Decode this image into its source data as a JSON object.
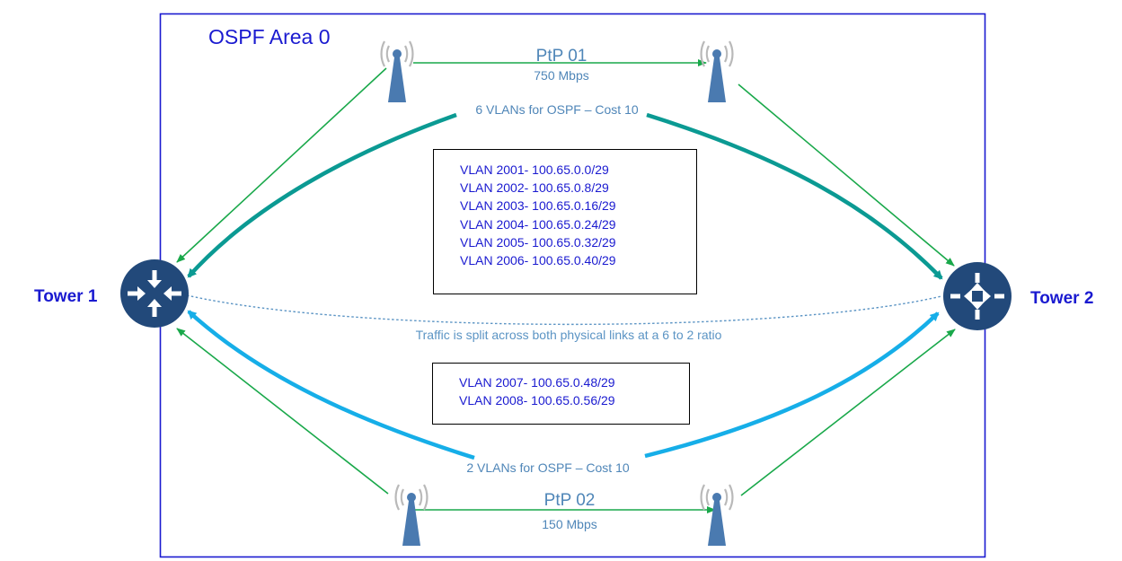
{
  "area": {
    "title": "OSPF Area 0"
  },
  "towers": [
    {
      "label": "Tower 1"
    },
    {
      "label": "Tower 2"
    }
  ],
  "links": [
    {
      "name": "PtP 01",
      "speed": "750 Mbps",
      "vlan_caption": "6 VLANs for OSPF – Cost 10"
    },
    {
      "name": "PtP 02",
      "speed": "150 Mbps",
      "vlan_caption": "2 VLANs for OSPF – Cost 10"
    }
  ],
  "vlan_groups": [
    {
      "entries": [
        "VLAN 2001- 100.65.0.0/29",
        "VLAN 2002- 100.65.0.8/29",
        "VLAN 2003- 100.65.0.16/29",
        "VLAN 2004- 100.65.0.24/29",
        "VLAN 2005- 100.65.0.32/29",
        "VLAN 2006- 100.65.0.40/29"
      ]
    },
    {
      "entries": [
        "VLAN 2007- 100.65.0.48/29",
        "VLAN 2008- 100.65.0.56/29"
      ]
    }
  ],
  "traffic_note": "Traffic is split across both physical links at a 6 to 2 ratio",
  "colors": {
    "area_border": "#1a1ad0",
    "label_blue": "#1a1ad0",
    "caption_blue": "#4f86b8",
    "physical_link": "#19a84a",
    "ospf_top": "#0b9a93",
    "ospf_bottom": "#16aee8",
    "router": "#22497a",
    "antenna": "#4a7ab0",
    "antenna_waves": "#b9b9b9"
  },
  "icons": [
    "router-icon",
    "antenna-icon"
  ]
}
